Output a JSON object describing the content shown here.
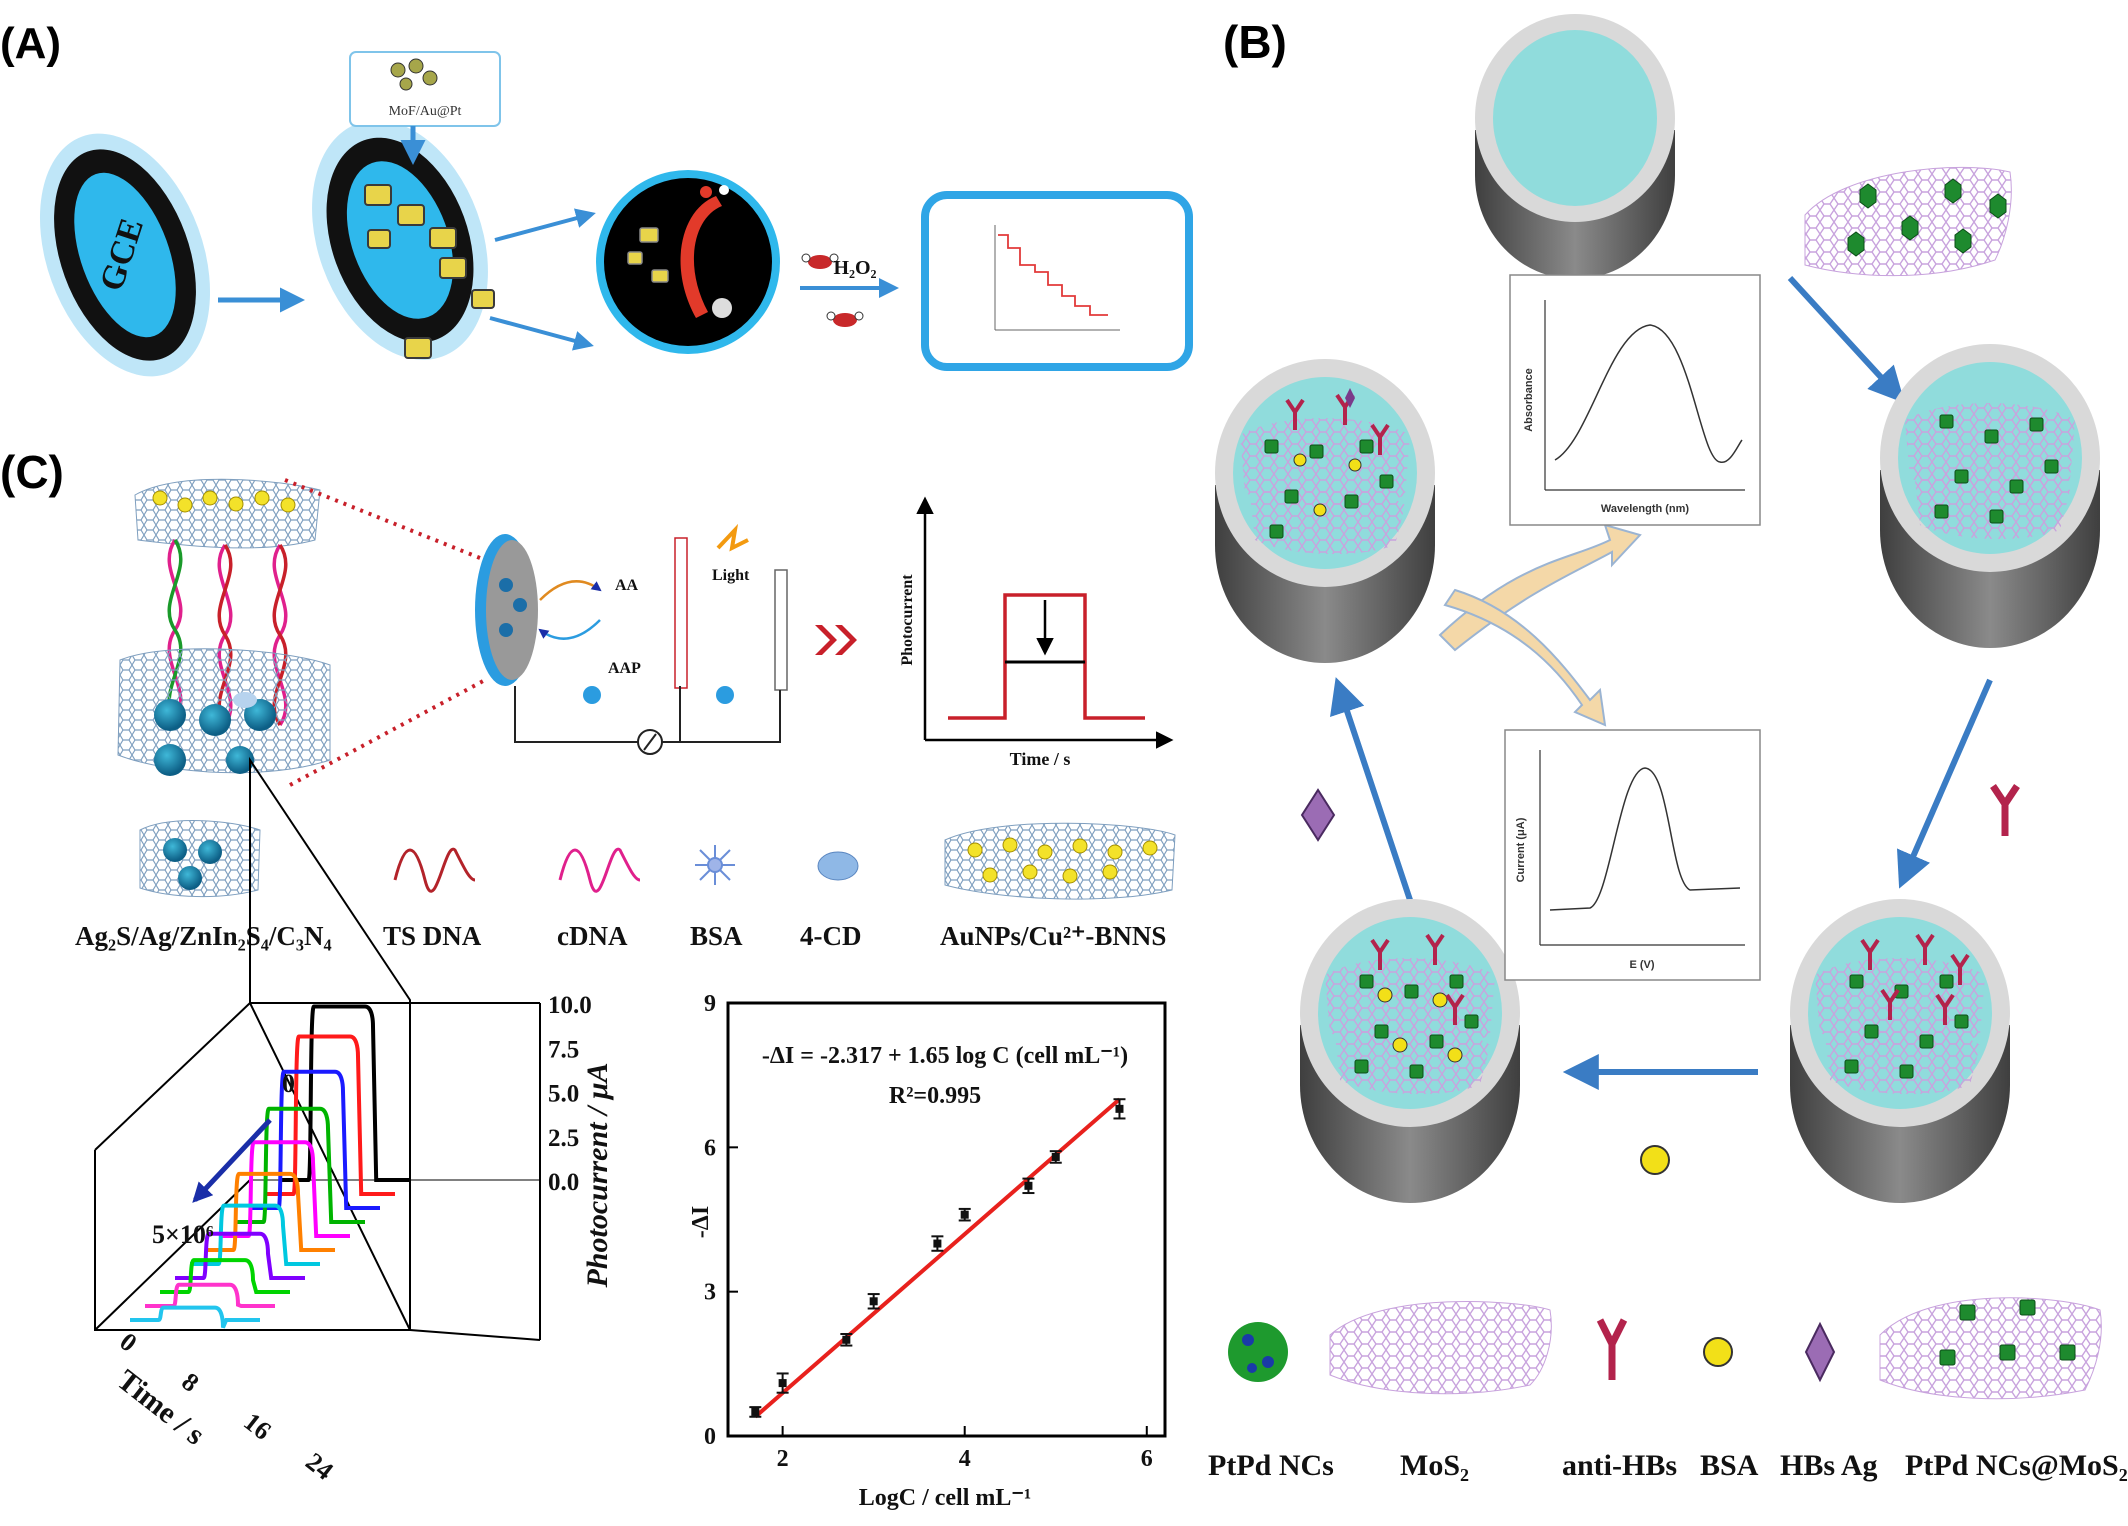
{
  "panels": {
    "a": {
      "label": "(A)",
      "electrode_text": "GCE",
      "material_box_text": "MoF/Au@Pt",
      "reagent_text": "H₂O₂"
    },
    "b": {
      "label": "(B)",
      "legend": [
        {
          "key": "ptpd",
          "label": "PtPd NCs"
        },
        {
          "key": "mos2",
          "label": "MoS₂"
        },
        {
          "key": "antibody",
          "label": "anti-HBs"
        },
        {
          "key": "bsa",
          "label": "BSA"
        },
        {
          "key": "antigen",
          "label": "HBs Ag"
        },
        {
          "key": "composite",
          "label": "PtPd NCs@MoS₂"
        }
      ],
      "inset_absorbance": {
        "ylabel": "Absorbance",
        "xlabel": "Wavelength (nm)"
      },
      "inset_current": {
        "ylabel": "Current (μA)",
        "xlabel": "E (V)"
      }
    },
    "c": {
      "label": "(C)",
      "scheme_labels": {
        "aa": "AA",
        "aap": "AAP",
        "light": "Light",
        "photocurrent_axis": "Photocurrent",
        "time_axis": "Time / s"
      },
      "legend": [
        {
          "key": "composite",
          "label": "Ag₂S/Ag/ZnIn₂S₄/C₃N₄"
        },
        {
          "key": "ts_dna",
          "label": "TS DNA"
        },
        {
          "key": "cdna",
          "label": "cDNA"
        },
        {
          "key": "bsa",
          "label": "BSA"
        },
        {
          "key": "cd",
          "label": "4-CD"
        },
        {
          "key": "bnns",
          "label": "AuNPs/Cu²⁺-BNNS"
        }
      ],
      "waterfall": {
        "top_label": "0",
        "bottom_label": "5×10⁶",
        "z_ticks": [
          "0.0",
          "2.5",
          "5.0",
          "7.5",
          "10.0"
        ],
        "z_label": "Photocurrent / μA",
        "t_ticks": [
          "0",
          "8",
          "16",
          "24"
        ],
        "t_label": "Time / s"
      }
    }
  },
  "chart_data": [
    {
      "type": "scatter",
      "title": "",
      "xlabel": "LogC / cell mL⁻¹",
      "ylabel": "-ΔI",
      "xlim": [
        1.4,
        6.2
      ],
      "ylim": [
        0,
        9
      ],
      "x_ticks": [
        2,
        4,
        6
      ],
      "y_ticks": [
        0,
        3,
        6,
        9
      ],
      "equation": "-ΔI = -2.317 + 1.65 log C (cell mL⁻¹)",
      "r2": "R²=0.995",
      "points": [
        {
          "x": 1.7,
          "y": 0.5,
          "err": 0.1
        },
        {
          "x": 2.0,
          "y": 1.1,
          "err": 0.2
        },
        {
          "x": 2.7,
          "y": 2.0,
          "err": 0.12
        },
        {
          "x": 3.0,
          "y": 2.8,
          "err": 0.15
        },
        {
          "x": 3.7,
          "y": 4.0,
          "err": 0.15
        },
        {
          "x": 4.0,
          "y": 4.6,
          "err": 0.12
        },
        {
          "x": 4.7,
          "y": 5.2,
          "err": 0.15
        },
        {
          "x": 5.0,
          "y": 5.8,
          "err": 0.12
        },
        {
          "x": 5.7,
          "y": 6.8,
          "err": 0.2
        }
      ],
      "fit": {
        "x": [
          1.7,
          5.7
        ],
        "y": [
          0.4,
          7.0
        ]
      },
      "colors": {
        "fit": "#e8211d",
        "points": "#111111"
      }
    },
    {
      "type": "line",
      "title": "",
      "xlabel": "Time / s",
      "ylabel": "Photocurrent / μA",
      "t_range": [
        0,
        30
      ],
      "z_range": [
        0,
        10
      ],
      "series": [
        {
          "color": "#000000",
          "peak": 9.8
        },
        {
          "color": "#ff1a1a",
          "peak": 8.9
        },
        {
          "color": "#1a1aff",
          "peak": 7.7
        },
        {
          "color": "#00b400",
          "peak": 6.4
        },
        {
          "color": "#ff00ff",
          "peak": 5.3
        },
        {
          "color": "#ff8000",
          "peak": 4.3
        },
        {
          "color": "#00c8e0",
          "peak": 3.3
        },
        {
          "color": "#8000ff",
          "peak": 2.5
        },
        {
          "color": "#00d400",
          "peak": 1.8
        },
        {
          "color": "#ff33cc",
          "peak": 1.2
        },
        {
          "color": "#22c5ee",
          "peak": 0.7
        }
      ]
    }
  ]
}
